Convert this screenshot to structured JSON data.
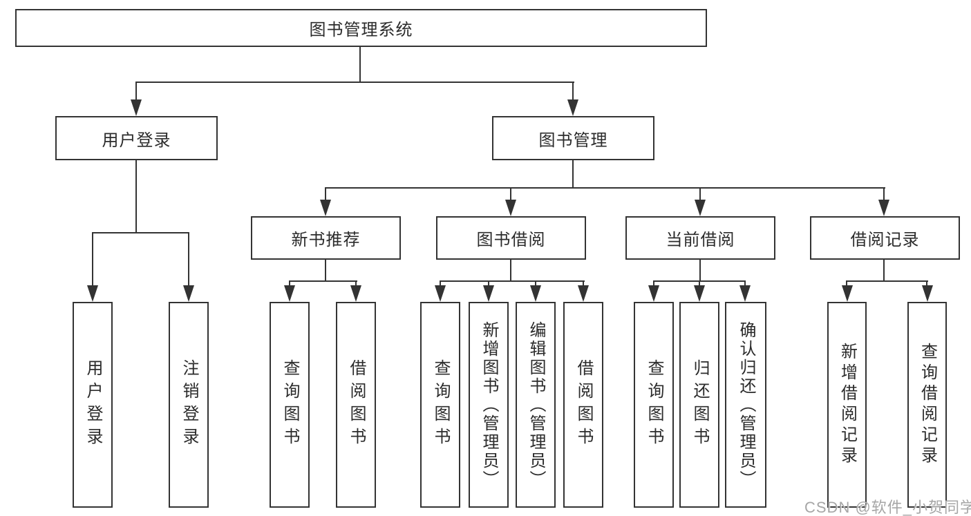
{
  "diagram": {
    "root": {
      "label": "图书管理系统"
    },
    "level2": [
      {
        "label": "用户登录"
      },
      {
        "label": "图书管理"
      }
    ],
    "level3": [
      {
        "label": "新书推荐"
      },
      {
        "label": "图书借阅"
      },
      {
        "label": "当前借阅"
      },
      {
        "label": "借阅记录"
      }
    ],
    "leaves": {
      "user_login": [
        {
          "label": "用户登录"
        },
        {
          "label": "注销登录"
        }
      ],
      "new_books": [
        {
          "label": "查询图书"
        },
        {
          "label": "借阅图书"
        }
      ],
      "book_borrow": [
        {
          "label": "查询图书"
        },
        {
          "label": "新增图书（管理员）"
        },
        {
          "label": "编辑图书（管理员）"
        },
        {
          "label": "借阅图书"
        }
      ],
      "current_borrow": [
        {
          "label": "查询图书"
        },
        {
          "label": "归还图书"
        },
        {
          "label": "确认归还（管理员）"
        }
      ],
      "borrow_records": [
        {
          "label": "新增借阅记录"
        },
        {
          "label": "查询借阅记录"
        }
      ]
    },
    "watermark": "CSDN @软件_小贺同学",
    "colors": {
      "line": "#333333",
      "text": "#2b2b2b",
      "watermark": "#a6a6a6",
      "background": "#ffffff"
    }
  }
}
